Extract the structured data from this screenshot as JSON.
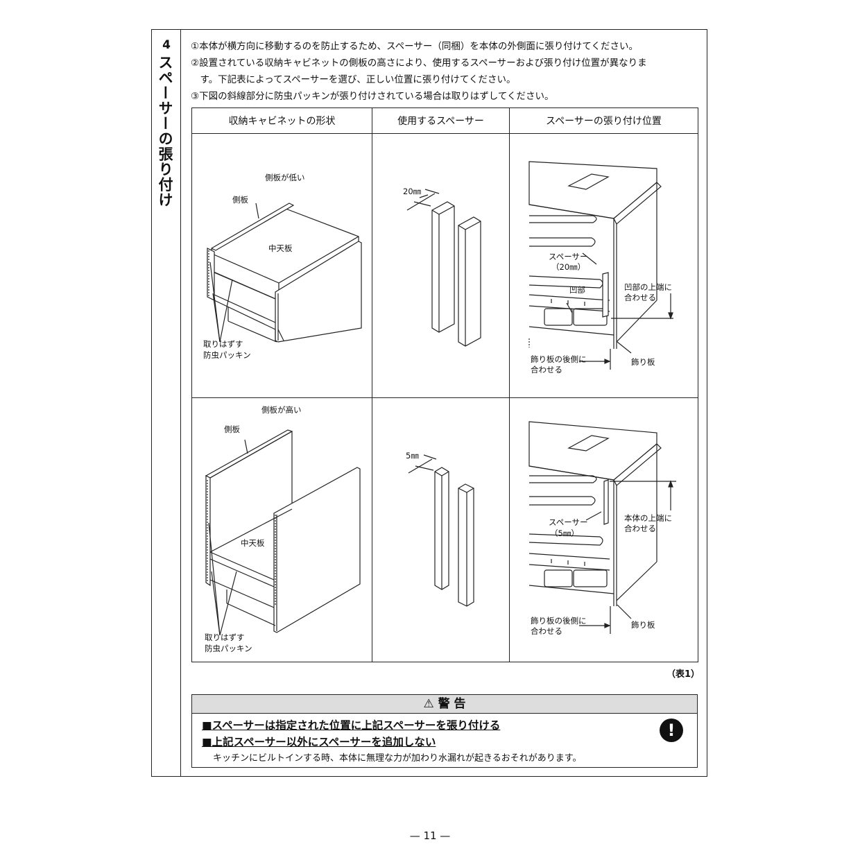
{
  "section": {
    "number": "4",
    "title": "スペーサーの張り付け"
  },
  "instructions": [
    "①本体が横方向に移動するのを防止するため、スペーサー（同梱）を本体の外側面に張り付けてください。",
    "②設置されている収納キャビネットの側板の高さにより、使用するスペーサーおよび張り付け位置が異なりま",
    "　す。下記表によってスペーサーを選び、正しい位置に張り付けてください。",
    "③下図の斜線部分に防虫パッキンが張り付けされている場合は取りはずしてください。"
  ],
  "table": {
    "headers": [
      "収納キャビネットの形状",
      "使用するスペーサー",
      "スペーサーの張り付け位置"
    ],
    "rows": [
      {
        "cabinet_caption": "側板が低い",
        "side_plate": "側板",
        "middle_shelf": "中天板",
        "remove_label": [
          "取りはずす",
          "防虫パッキン"
        ],
        "spacer_size": "20㎜",
        "spacer_label": [
          "スペーサー",
          "（20㎜）"
        ],
        "recess": "凹部",
        "align_top": [
          "凹部の上端に",
          "合わせる"
        ],
        "align_back": [
          "飾り板の後側に",
          "合わせる"
        ],
        "trim": "飾り板"
      },
      {
        "cabinet_caption": "側板が高い",
        "side_plate": "側板",
        "middle_shelf": "中天板",
        "remove_label": [
          "取りはずす",
          "防虫パッキン"
        ],
        "spacer_size": "5㎜",
        "spacer_label": [
          "スペーサー",
          "（5㎜）"
        ],
        "align_top": [
          "本体の上端に",
          "合わせる"
        ],
        "align_back": [
          "飾り板の後側に",
          "合わせる"
        ],
        "trim": "飾り板"
      }
    ],
    "caption": "（表1）"
  },
  "warning": {
    "header": "⚠ 警 告",
    "lines": [
      "■スペーサーは指定された位置に上記スペーサーを張り付ける",
      "■上記スペーサー以外にスペーサーを追加しない"
    ],
    "note": "キッチンにビルトインする時、本体に無理な力が加わり水漏れが起きるおそれがあります。",
    "icon": "exclamation-circle-icon"
  },
  "page_number": "— 11 —"
}
